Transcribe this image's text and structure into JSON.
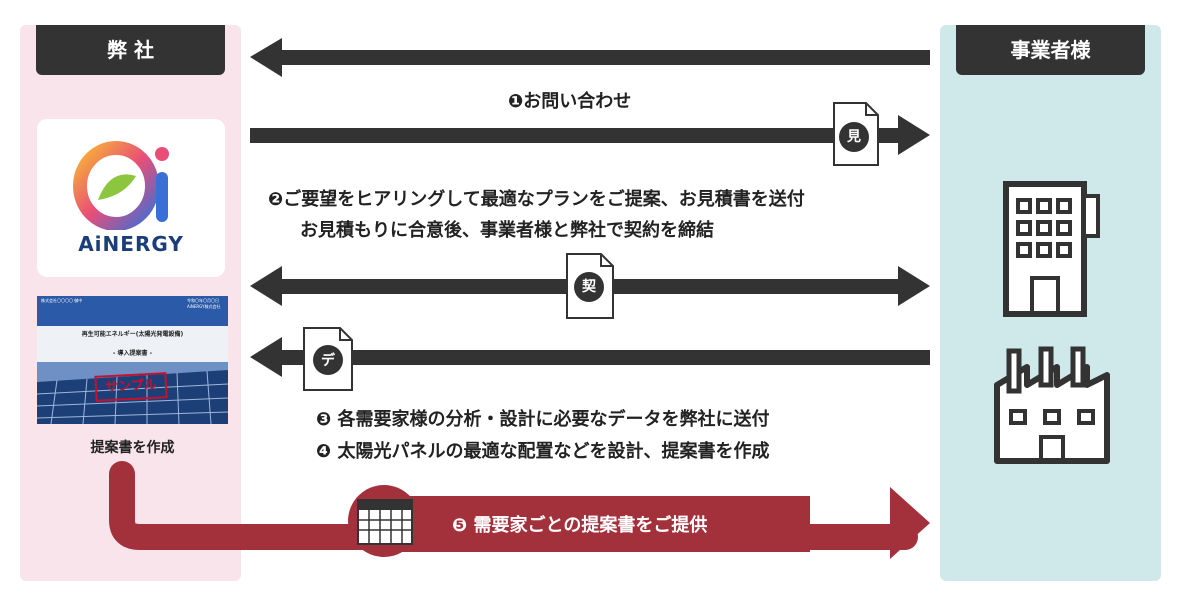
{
  "left_panel": {
    "header": "弊 社",
    "logo_text": "AiNERGY",
    "caption": "提案書を作成",
    "proposal_cover": {
      "company": "株式会社〇〇〇〇 御中",
      "date": "令和〇年〇月〇日 AiNERGY株式会社",
      "title": "再生可能エネルギー(太陽光発電設備)",
      "subtitle": "- 導入提案書 -",
      "stamp": "サンプル"
    }
  },
  "right_panel": {
    "header": "事業者様"
  },
  "steps": {
    "step1": "❶お問い合わせ",
    "step2_line1": "❷ご要望をヒアリングして最適なプランをご提案、お見積書を送付",
    "step2_line2": "お見積もりに合意後、事業者様と弊社で契約を締結",
    "step3": "❸ 各需要家様の分析・設計に必要なデータを弊社に送付",
    "step4": "❹ 太陽光パネルの最適な配置などを設計、提案書を作成",
    "step5": "❺ 需要家ごとの提案書をご提供"
  },
  "doc_icons": {
    "estimate": "見",
    "contract": "契",
    "data": "デ"
  },
  "icons": [
    "building-icon",
    "factory-icon",
    "calendar-icon",
    "document-icon"
  ],
  "colors": {
    "arrow": "#333333",
    "step5_arrow": "#a3313c",
    "left_panel": "#f8e4ea",
    "right_panel": "#cfe9eb"
  }
}
